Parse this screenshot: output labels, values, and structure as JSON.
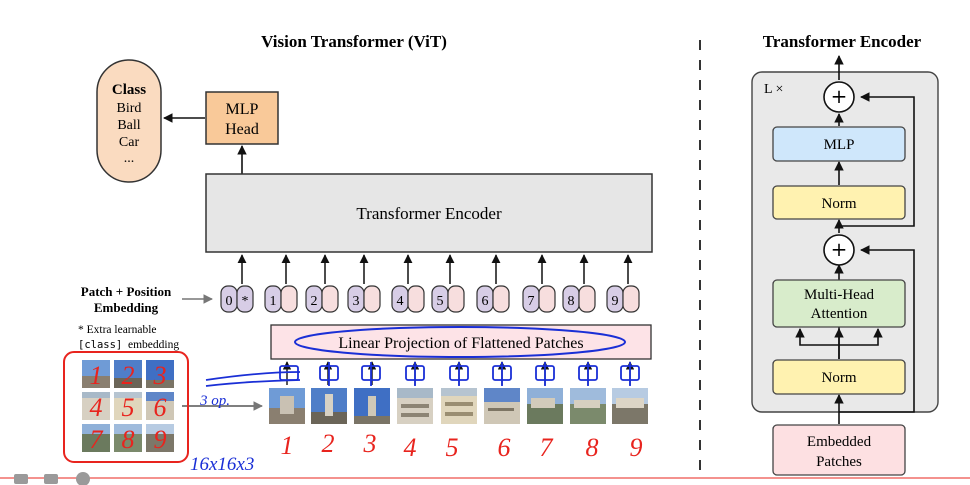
{
  "titles": {
    "vit": "Vision Transformer (ViT)",
    "encoder_panel": "Transformer Encoder"
  },
  "class_box": {
    "heading": "Class",
    "items": [
      "Bird",
      "Ball",
      "Car",
      "..."
    ]
  },
  "mlp_head": [
    "MLP",
    "Head"
  ],
  "transformer_encoder_box": "Transformer Encoder",
  "patch_position_label": [
    "Patch + Position",
    "Embedding"
  ],
  "extra_note": {
    "line1": "* Extra learnable",
    "line2_code": "[class]",
    "line2_rest": " embedding"
  },
  "position_tokens": [
    "0",
    "1",
    "2",
    "3",
    "4",
    "5",
    "6",
    "7",
    "8",
    "9"
  ],
  "class_token_mark": "*",
  "linear_projection": "Linear Projection of Flattened Patches",
  "encoder_detail": {
    "repeat": "L ×",
    "plus": "+",
    "mlp": "MLP",
    "norm": "Norm",
    "mha": [
      "Multi-Head",
      "Attention"
    ],
    "embedded": [
      "Embedded",
      "Patches"
    ]
  },
  "annotations": {
    "grid_numbers": [
      "1",
      "2",
      "3",
      "4",
      "5",
      "6",
      "7",
      "8",
      "9"
    ],
    "size_note": "3 op.",
    "dims_note": "16x16x3",
    "patch_numbers": [
      "1",
      "2",
      "3",
      "4",
      "5",
      "6",
      "7",
      "8",
      "9"
    ]
  },
  "colors": {
    "mlp_head": "#f9c999",
    "encoder_gray": "#e6e6e6",
    "token_pink": "#f7dede",
    "token_purple": "#d7cde6",
    "projection_pink": "#fde3e7",
    "mlp_blue": "#cfe7fb",
    "norm_yellow": "#fff2b0",
    "mha_green": "#d8eccb",
    "embedded_pink": "#fde0e2",
    "handwriting_red": "#e8241e",
    "handwriting_blue": "#1a2fd6"
  }
}
